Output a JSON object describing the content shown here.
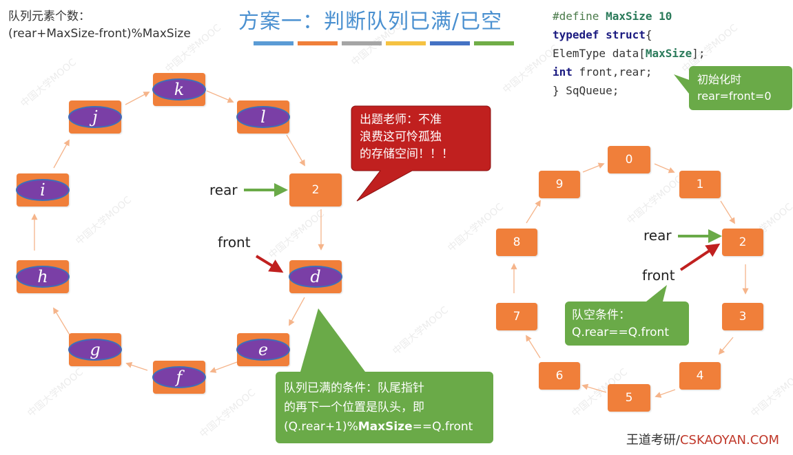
{
  "formula": {
    "line1": "队列元素个数：",
    "line2": "(rear+MaxSize-front)%MaxSize"
  },
  "title": "方案一：判断队列已满/已空",
  "title_bar_colors": [
    "#5a9bd5",
    "#f07f3a",
    "#a5a5a5",
    "#f5c242",
    "#4472c4",
    "#70ad47"
  ],
  "code": {
    "line1_a": "#define ",
    "line1_b": "MaxSize 10",
    "line2_a": "typedef struct",
    "line2_b": "{",
    "line3_a": "ElemType data[",
    "line3_b": "MaxSize",
    "line3_c": "];",
    "line4_a": "int",
    "line4_b": " front,rear;",
    "line5": "} SqQueue;"
  },
  "init_callout": {
    "line1": "初始化时",
    "line2": "rear=front=0"
  },
  "teacher_callout": {
    "line1": "出题老师：不准",
    "line2": "浪费这可怜孤独",
    "line3": "的存储空间！！！"
  },
  "full_callout": {
    "line1": "队列已满的条件：队尾指针",
    "line2": "的再下一个位置是队头，即",
    "line3_a": "(Q.rear+1)%",
    "line3_b": "MaxSize",
    "line3_c": "==Q.front"
  },
  "empty_callout": {
    "line1": "队空条件：",
    "line2": "Q.rear==Q.front"
  },
  "left_queue": {
    "nodes": [
      {
        "id": "k",
        "label": "k",
        "type": "oval"
      },
      {
        "id": "l",
        "label": "l",
        "type": "oval"
      },
      {
        "id": "2",
        "label": "2",
        "type": "num"
      },
      {
        "id": "d",
        "label": "d",
        "type": "oval"
      },
      {
        "id": "e",
        "label": "e",
        "type": "oval"
      },
      {
        "id": "f",
        "label": "f",
        "type": "oval"
      },
      {
        "id": "g",
        "label": "g",
        "type": "oval"
      },
      {
        "id": "h",
        "label": "h",
        "type": "oval"
      },
      {
        "id": "i",
        "label": "i",
        "type": "oval"
      },
      {
        "id": "j",
        "label": "j",
        "type": "oval"
      }
    ],
    "rear_label": "rear",
    "front_label": "front"
  },
  "right_queue": {
    "nodes": [
      "0",
      "1",
      "2",
      "3",
      "4",
      "5",
      "6",
      "7",
      "8",
      "9"
    ],
    "rear_label": "rear",
    "front_label": "front"
  },
  "colors": {
    "node": "#f07f3a",
    "oval": "#7a3fa6",
    "green_callout": "#6aaa48",
    "red_callout": "#c0201f",
    "arrow_green": "#6aaa48",
    "arrow_red": "#c0201f"
  },
  "watermark": "中国大学MOOC",
  "footer": {
    "cn": "王道考研/",
    "en": "CSKAOYAN.COM"
  }
}
